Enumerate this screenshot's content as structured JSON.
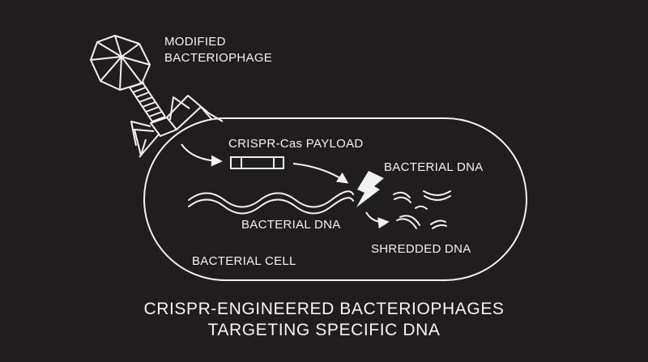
{
  "labels": {
    "phage_line1": "MODIFIED",
    "phage_line2": "BACTERIOPHAGE",
    "payload": "CRISPR-Cas PAYLOAD",
    "bacterial_dna_target": "BACTERIAL DNA",
    "bacterial_dna_strand": "BACTERIAL DNA",
    "shredded_dna": "SHREDDED DNA",
    "bacterial_cell": "BACTERIAL CELL"
  },
  "caption": {
    "line1": "CRISPR-ENGINEERED BACTERIOPHAGES",
    "line2": "TARGETING SPECIFIC DNA"
  },
  "colors": {
    "background": "#1f1d1e",
    "stroke": "#f2f2f2"
  },
  "icons": [
    "bacteriophage-icon",
    "lightning-bolt-icon"
  ]
}
